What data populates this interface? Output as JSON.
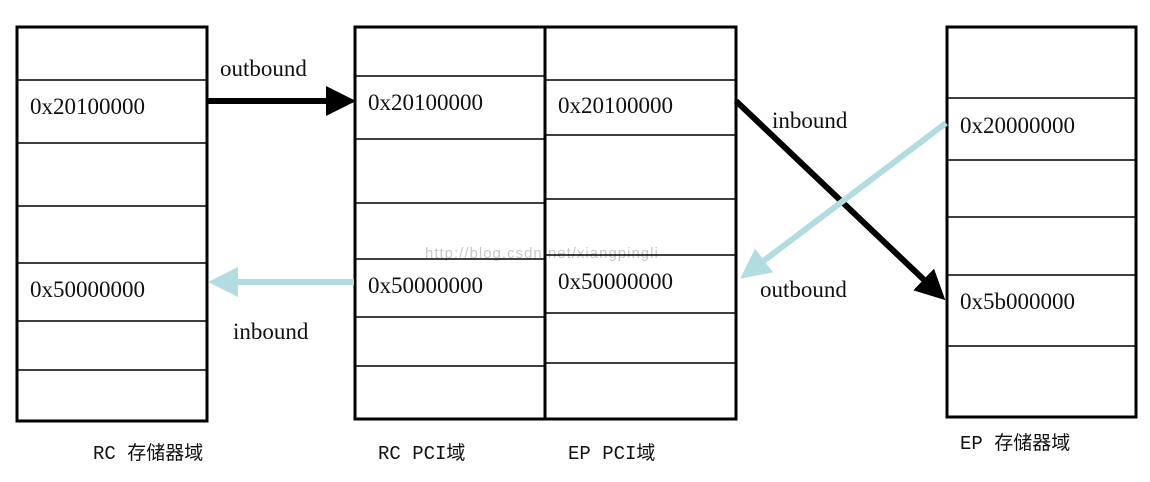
{
  "title": "",
  "colors": {
    "black_arrow": "#000000",
    "cyan_arrow": "#b2dde0",
    "box_stroke": "#000000",
    "watermark": "#c8c8c8"
  },
  "columns": {
    "rc_mem": {
      "caption": "RC 存储器域",
      "cells": [
        "",
        "0x20100000",
        "",
        "",
        "0x50000000",
        "",
        ""
      ]
    },
    "rc_pci": {
      "caption": "RC PCI域",
      "cells": [
        "",
        "0x20100000",
        "",
        "",
        "0x50000000",
        "",
        ""
      ]
    },
    "ep_pci": {
      "caption": "EP PCI域",
      "cells": [
        "",
        "0x20100000",
        "",
        "",
        "0x50000000",
        "",
        ""
      ]
    },
    "ep_mem": {
      "caption": "EP 存储器域",
      "cells": [
        "",
        "0x20000000",
        "",
        "",
        "0x5b000000",
        ""
      ]
    }
  },
  "arrows": {
    "rc_outbound": {
      "label": "outbound",
      "from": "RC 存储器域 0x20100000",
      "to": "RC PCI域 0x20100000",
      "style": "black"
    },
    "rc_inbound": {
      "label": "inbound",
      "from": "RC PCI域 0x50000000",
      "to": "RC 存储器域 0x50000000",
      "style": "cyan"
    },
    "ep_inbound": {
      "label": "inbound",
      "from": "EP PCI域 0x20100000",
      "to": "EP 存储器域 0x5b000000",
      "style": "black"
    },
    "ep_outbound": {
      "label": "outbound",
      "from": "EP 存储器域 0x20000000",
      "to": "EP PCI域 0x50000000",
      "style": "cyan"
    }
  },
  "watermark": "http://blog.csdn.net/xiangpingli"
}
